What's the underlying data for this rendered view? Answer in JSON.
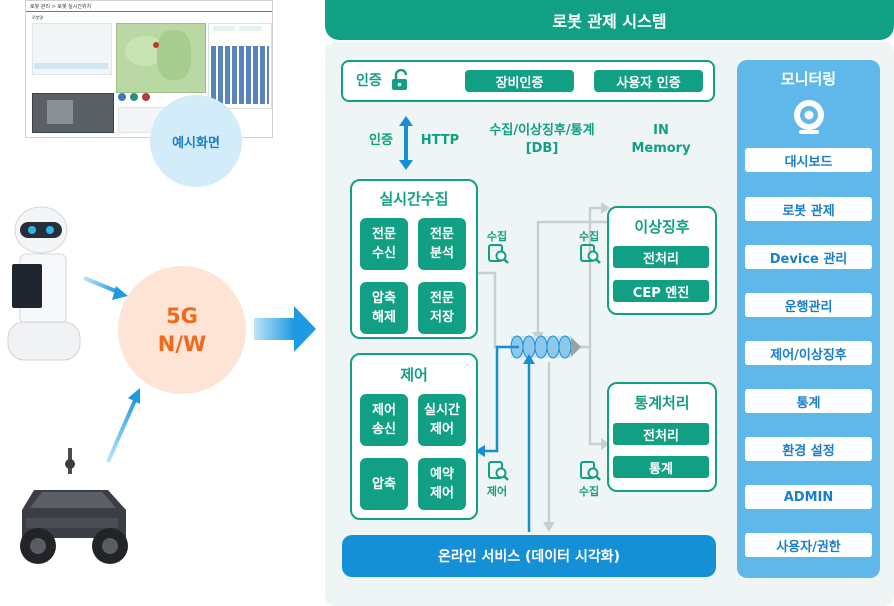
{
  "system_title": "로봇 관제 시스템",
  "example_screen_label": "예시화면",
  "network": {
    "line1": "5G",
    "line2": "N/W"
  },
  "auth": {
    "label": "인증",
    "device_button": "장비인증",
    "user_button": "사용자 인증"
  },
  "flow_notes": {
    "auth_left": "인증",
    "http": "HTTP",
    "db_line1": "수집/이상징후/통계",
    "db_line2": "[DB]",
    "mem_line1": "IN",
    "mem_line2": "Memory"
  },
  "realtime_collect": {
    "title": "실시간수집",
    "items": [
      {
        "line1": "전문",
        "line2": "수신"
      },
      {
        "line1": "전문",
        "line2": "분석"
      },
      {
        "line1": "압축",
        "line2": "해제"
      },
      {
        "line1": "전문",
        "line2": "저장"
      }
    ]
  },
  "control": {
    "title": "제어",
    "items": [
      {
        "line1": "제어",
        "line2": "송신"
      },
      {
        "line1": "실시간",
        "line2": "제어"
      },
      {
        "line1": "압축",
        "line2": ""
      },
      {
        "line1": "예약",
        "line2": "제어"
      }
    ]
  },
  "labels": {
    "collect": "수집",
    "control": "제어"
  },
  "anomaly": {
    "title": "이상징후",
    "items": [
      "전처리",
      "CEP 엔진"
    ]
  },
  "statistics": {
    "title": "통계처리",
    "items": [
      "전처리",
      "통계"
    ]
  },
  "online_service": "온라인 서비스 (데이터 시각화)",
  "monitoring": {
    "title": "모니터링",
    "items": [
      "대시보드",
      "로봇 관제",
      "Device 관리",
      "운행관리",
      "제어/이상징후",
      "통계",
      "환경 설정",
      "ADMIN",
      "사용자/권한"
    ]
  },
  "screenshot": {
    "breadcrumb": "로봇 관리 > 로봇 실시간위치",
    "section_title": "로봇명"
  },
  "colors": {
    "teal": "#12a085",
    "blue": "#1590d6",
    "light_blue": "#60b8ea",
    "orange": "#ef6a1a"
  }
}
